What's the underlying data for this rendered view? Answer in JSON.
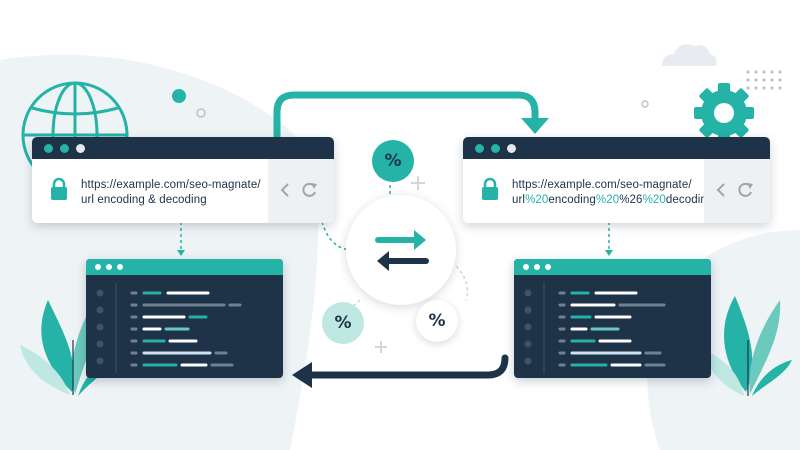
{
  "left_browser": {
    "url_line1": "https://example.com/seo-magnate/",
    "url_line2": "url encoding & decoding"
  },
  "right_browser": {
    "url_line1": "https://example.com/seo-magnate/",
    "url_line2_parts": [
      "url",
      "%20",
      "encoding",
      "%20",
      "%26",
      "%20",
      "decoding"
    ]
  },
  "badges": {
    "top": "%",
    "bottom_left": "%",
    "bottom_right": "%"
  },
  "colors": {
    "teal": "#24b3a6",
    "navy": "#1e3248",
    "light_teal": "#bfe8e3",
    "pale_bg": "#eef3f6"
  },
  "icons": [
    "globe-icon",
    "gear-icon",
    "cloud-icon",
    "lock-icon",
    "back-arrow-icon",
    "reload-icon",
    "swap-arrows-icon",
    "plant-icon"
  ]
}
